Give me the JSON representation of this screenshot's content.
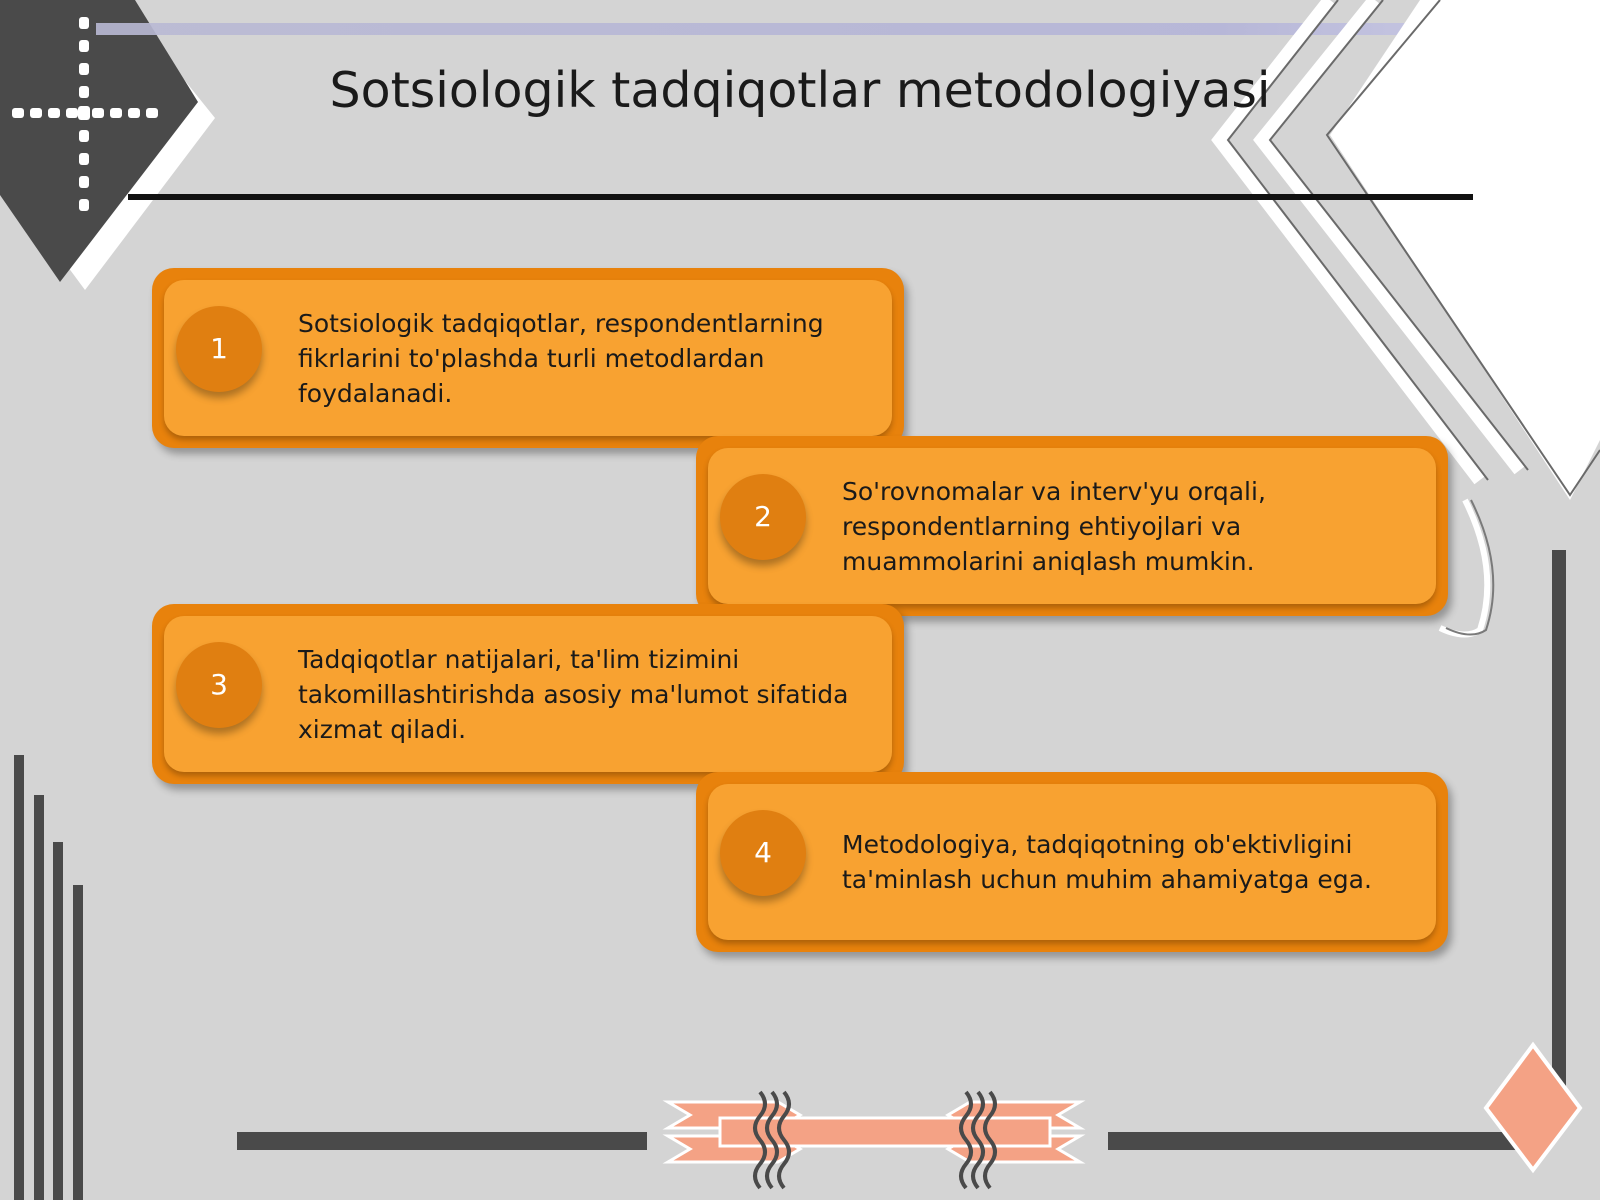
{
  "slide": {
    "title": "Sotsiologik tadqiqotlar metodologiyasi",
    "items": [
      {
        "number": "1",
        "text": "Sotsiologik tadqiqotlar, respondentlarning fikrlarini to'plashda turli metodlardan foydalanadi."
      },
      {
        "number": "2",
        "text": "So'rovnomalar va interv'yu orqali, respondentlarning ehtiyojlari va muammolarini aniqlash mumkin."
      },
      {
        "number": "3",
        "text": "Tadqiqotlar natijalari, ta'lim tizimini takomillashtirishda asosiy ma'lumot sifatida xizmat qiladi."
      },
      {
        "number": "4",
        "text": "Metodologiya, tadqiqotning ob'ektivligini ta'minlash uchun muhim ahamiyatga ega."
      }
    ]
  },
  "colors": {
    "background": "#d4d4d4",
    "card_border": "#e8820c",
    "card_fill": "#f8a231",
    "badge": "#e07f11",
    "accent_salmon": "#f4a285",
    "dark_gray": "#4a4a4a"
  }
}
